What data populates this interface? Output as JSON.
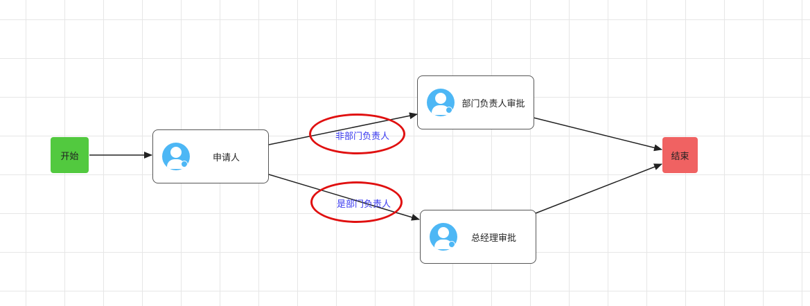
{
  "colors": {
    "start_fill": "#52c93f",
    "end_fill": "#f06262",
    "avatar": "#4db7f5",
    "edge": "#222222",
    "edge_label": "#3a3af0",
    "annotation": "#e01010"
  },
  "nodes": {
    "start": {
      "label": "开始"
    },
    "applicant": {
      "label": "申请人",
      "icon": "user-avatar-icon"
    },
    "dept_approval": {
      "label": "部门负责人审批",
      "icon": "user-avatar-icon"
    },
    "gm_approval": {
      "label": "总经理审批",
      "icon": "user-avatar-icon"
    },
    "end": {
      "label": "结束"
    }
  },
  "edges": {
    "not_dept_head": {
      "label": "非部门负责人"
    },
    "is_dept_head": {
      "label": "是部门负责人"
    }
  }
}
